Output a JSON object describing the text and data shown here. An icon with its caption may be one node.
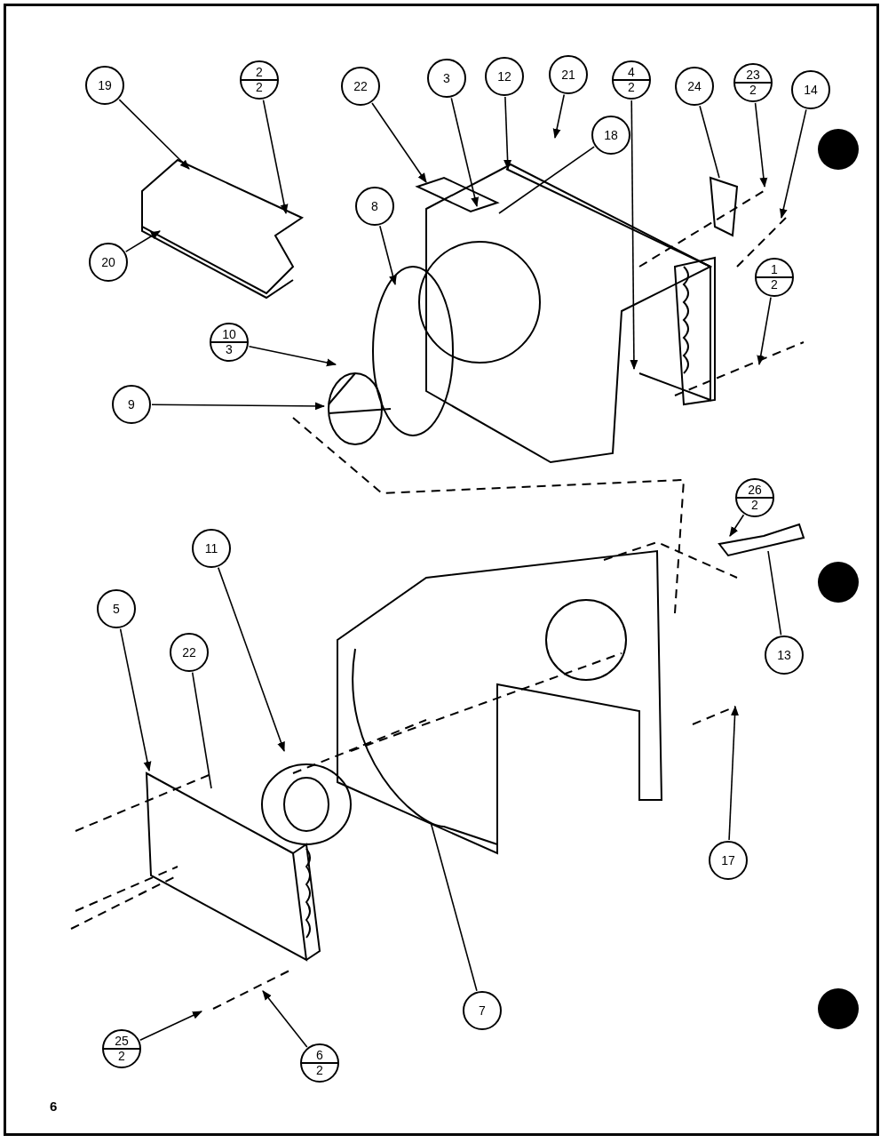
{
  "diagram": {
    "nodes": [
      {
        "text": [
          "19"
        ]
      },
      {
        "text": [
          "2",
          "2"
        ]
      },
      {
        "text": [
          "22"
        ]
      },
      {
        "text": [
          "3"
        ]
      },
      {
        "text": [
          "12"
        ]
      },
      {
        "text": [
          "21"
        ]
      },
      {
        "text": [
          "18"
        ]
      },
      {
        "text": [
          "4",
          "2"
        ]
      },
      {
        "text": [
          "24"
        ]
      },
      {
        "text": [
          "23",
          "2"
        ]
      },
      {
        "text": [
          "14"
        ]
      },
      {
        "text": [
          "20"
        ]
      },
      {
        "text": [
          "8"
        ]
      },
      {
        "text": [
          "1",
          "2"
        ]
      },
      {
        "text": [
          "10",
          "3"
        ]
      },
      {
        "text": [
          "9"
        ]
      },
      {
        "text": [
          "26",
          "2"
        ]
      },
      {
        "text": [
          "13"
        ]
      },
      {
        "text": [
          "17"
        ]
      },
      {
        "text": [
          "11"
        ]
      },
      {
        "text": [
          "5"
        ]
      },
      {
        "text": [
          "22"
        ]
      },
      {
        "text": [
          "7"
        ]
      },
      {
        "text": [
          "25",
          "2"
        ]
      },
      {
        "text": [
          "6",
          "2"
        ]
      }
    ],
    "edges": [
      {
        "from": 0,
        "to": null,
        "arrow": "to"
      },
      {
        "from": 1,
        "to": null,
        "arrow": "to"
      },
      {
        "from": 2,
        "to": null,
        "arrow": "to"
      },
      {
        "from": 3,
        "to": null,
        "arrow": "to"
      },
      {
        "from": 4,
        "to": null,
        "arrow": "to"
      },
      {
        "from": 5,
        "to": null,
        "arrow": "to"
      },
      {
        "from": 6,
        "to": null,
        "arrow": "none"
      },
      {
        "from": 7,
        "to": null,
        "arrow": "to"
      },
      {
        "from": 8,
        "to": null,
        "arrow": "none"
      },
      {
        "from": 9,
        "to": null,
        "arrow": "to"
      },
      {
        "from": 10,
        "to": null,
        "arrow": "to"
      },
      {
        "from": 11,
        "to": null,
        "arrow": "to"
      },
      {
        "from": 12,
        "to": null,
        "arrow": "to"
      },
      {
        "from": 13,
        "to": null,
        "arrow": "to"
      },
      {
        "from": 14,
        "to": null,
        "arrow": "to"
      },
      {
        "from": 15,
        "to": null,
        "arrow": "to"
      },
      {
        "from": 16,
        "to": null,
        "arrow": "to"
      },
      {
        "from": 17,
        "to": null,
        "arrow": "none"
      },
      {
        "from": 18,
        "to": null,
        "arrow": "to"
      },
      {
        "from": 19,
        "to": null,
        "arrow": "to"
      },
      {
        "from": 20,
        "to": null,
        "arrow": "to"
      },
      {
        "from": 21,
        "to": null,
        "arrow": "none"
      },
      {
        "from": 22,
        "to": null,
        "arrow": "none"
      },
      {
        "from": 23,
        "to": null,
        "arrow": "to"
      },
      {
        "from": 24,
        "to": null,
        "arrow": "to"
      }
    ],
    "labels": [
      "6"
    ]
  }
}
